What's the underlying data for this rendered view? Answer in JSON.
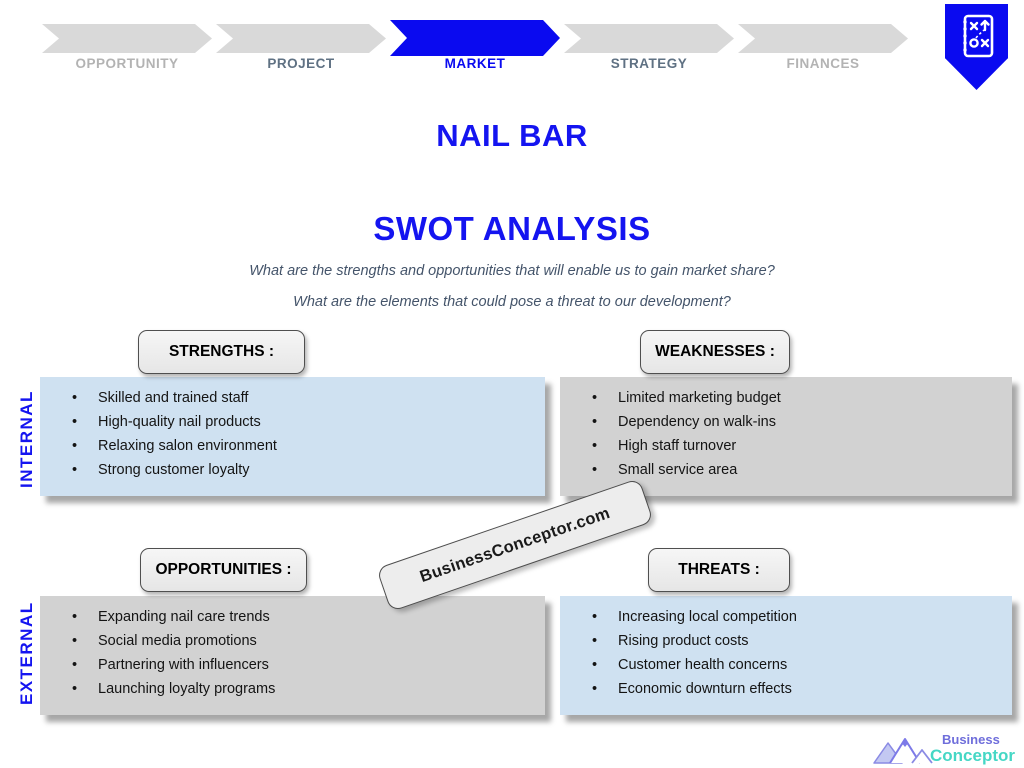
{
  "nav": {
    "steps": [
      {
        "label": "OPPORTUNITY",
        "active": false
      },
      {
        "label": "PROJECT",
        "active": false
      },
      {
        "label": "MARKET",
        "active": true
      },
      {
        "label": "STRATEGY",
        "active": false
      },
      {
        "label": "FINANCES",
        "active": false
      }
    ]
  },
  "header": {
    "title": "NAIL BAR",
    "subtitle": "SWOT ANALYSIS",
    "question1": "What are the strengths and opportunities that will enable us to gain market share?",
    "question2": "What are the elements that could pose a threat to our development?"
  },
  "swot": {
    "internal_label": "INTERNAL",
    "external_label": "EXTERNAL",
    "quadrants": [
      {
        "title": "STRENGTHS :",
        "tone": "blue",
        "items": [
          "Skilled and trained staff",
          "High-quality nail products",
          "Relaxing salon environment",
          "Strong customer loyalty"
        ]
      },
      {
        "title": "WEAKNESSES :",
        "tone": "gray",
        "items": [
          "Limited marketing budget",
          "Dependency on walk-ins",
          "High staff turnover",
          "Small service area"
        ]
      },
      {
        "title": "OPPORTUNITIES :",
        "tone": "gray",
        "items": [
          "Expanding nail care trends",
          "Social media promotions",
          "Partnering with influencers",
          "Launching loyalty programs"
        ]
      },
      {
        "title": "THREATS :",
        "tone": "blue",
        "items": [
          "Increasing local competition",
          "Rising product costs",
          "Customer health concerns",
          "Economic downturn effects"
        ]
      }
    ]
  },
  "watermark": "BusinessConceptor.com",
  "logo": {
    "line1": "Business",
    "line2": "Conceptor"
  },
  "icons": {
    "badge": "playbook-strategy-icon",
    "logo": "mountains-icon"
  },
  "colors": {
    "accent_blue": "#0a0af0",
    "title_blue": "#1414f0",
    "panel_blue": "#cfe1f1",
    "panel_gray": "#d2d2d2",
    "slate_text": "#44546a",
    "muted_step": "#b3b3b3",
    "logo_purple": "#6f6edb",
    "logo_teal": "#45d7c5"
  }
}
